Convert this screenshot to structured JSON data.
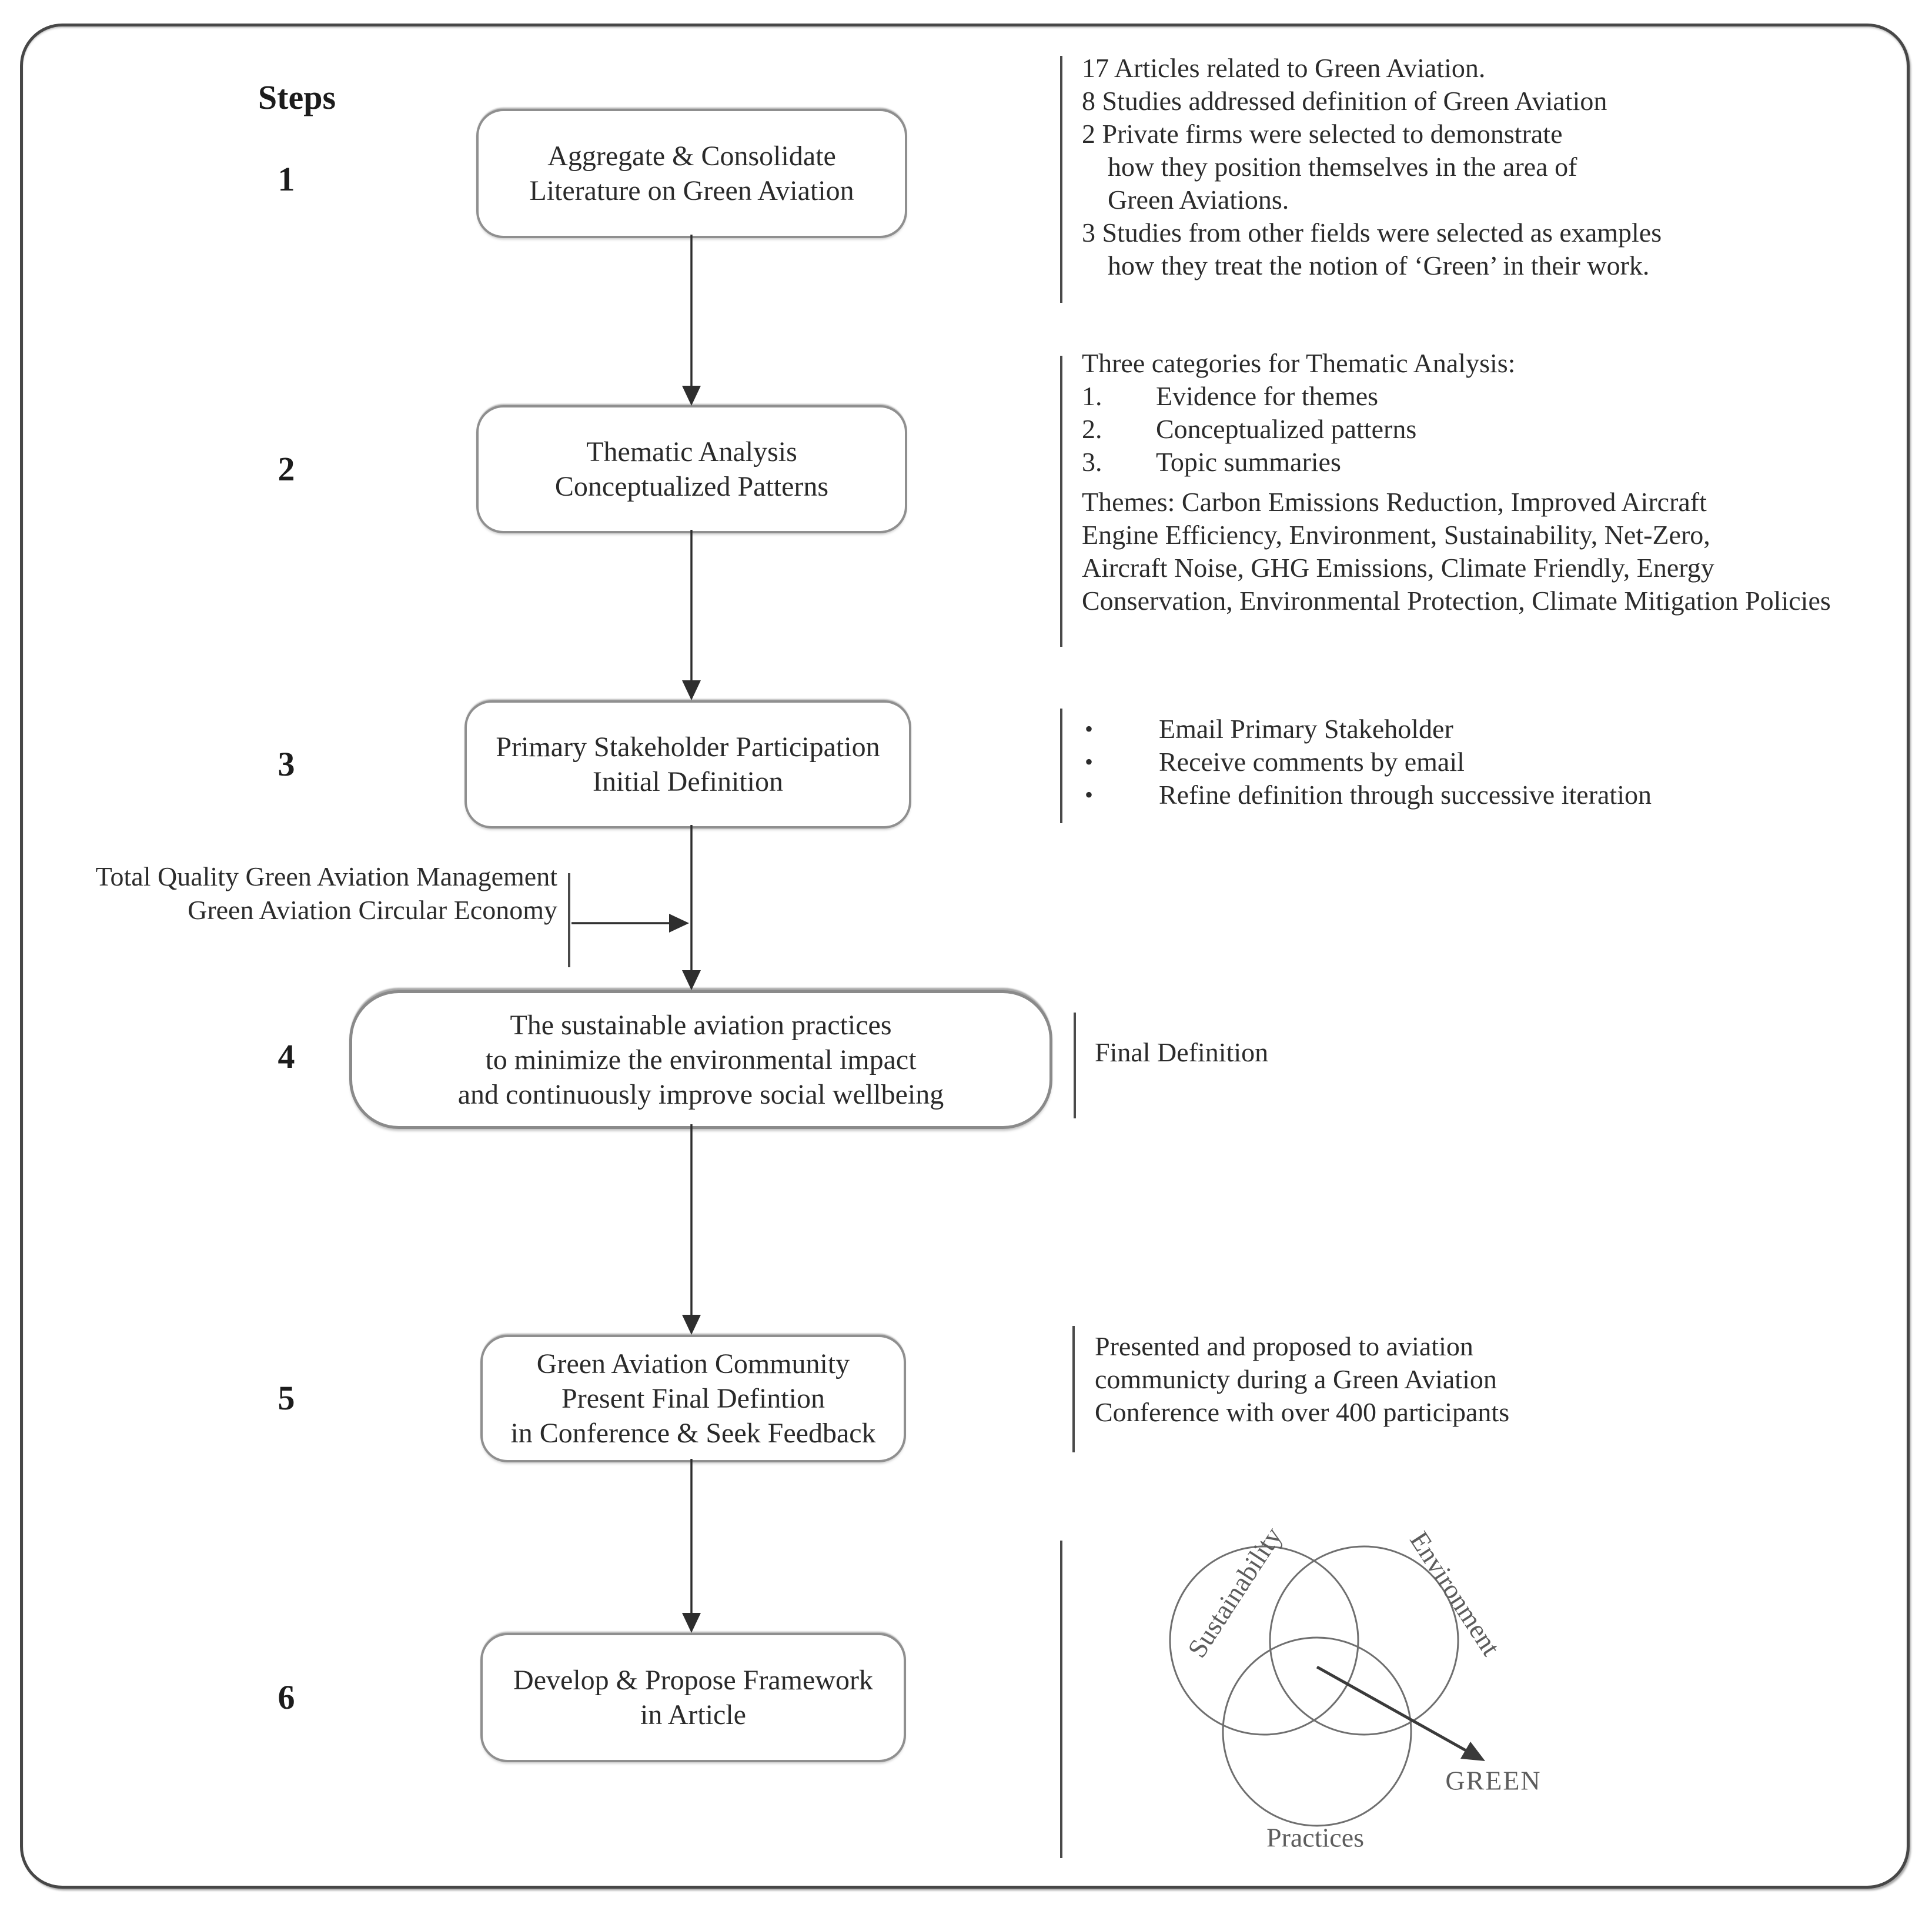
{
  "left_column": {
    "header": "Steps",
    "numbers": [
      "1",
      "2",
      "3",
      "4",
      "5",
      "6"
    ]
  },
  "flow": {
    "box1": "Aggregate & Consolidate\nLiterature on Green Aviation",
    "box2": "Thematic Analysis\nConceptualized Patterns",
    "box3": "Primary Stakeholder Participation\nInitial Definition",
    "box4": "The sustainable aviation practices\nto minimize the environmental impact\nand continuously improve social wellbeing",
    "box5": "Green Aviation Community\nPresent Final Defintion\nin Conference & Seek Feedback",
    "box6": "Develop & Propose Framework\nin Article"
  },
  "side_note": {
    "line1": "Total Quality Green Aviation Management",
    "line2": "Green Aviation Circular Economy"
  },
  "annotations": {
    "block1": {
      "lines": [
        "17 Articles related to Green Aviation.",
        "8 Studies addressed definition of Green Aviation",
        "2 Private firms were selected to demonstrate",
        "how they position themselves in the area of",
        "Green Aviations.",
        "3 Studies from other fields were selected as examples",
        "how they treat the notion of ‘Green’ in their work."
      ]
    },
    "block2": {
      "title": "Three categories for Thematic Analysis:",
      "items": [
        {
          "num": "1.",
          "text": "Evidence for themes"
        },
        {
          "num": "2.",
          "text": "Conceptualized patterns"
        },
        {
          "num": "3.",
          "text": "Topic summaries"
        }
      ],
      "themes": "Themes: Carbon Emissions Reduction, Improved Aircraft\nEngine Efficiency, Environment, Sustainability, Net-Zero,\nAircraft Noise, GHG Emissions, Climate Friendly, Energy\nConservation, Environmental Protection, Climate Mitigation Policies"
    },
    "block3": {
      "bullet": "•",
      "items": [
        "Email Primary Stakeholder",
        "Receive comments by email",
        "Refine definition through successive iteration"
      ]
    },
    "block4": {
      "label": "Final Definition"
    },
    "block5": {
      "lines": [
        "Presented and proposed to aviation",
        "communicty during a Green Aviation",
        "Conference with over 400 participants"
      ]
    }
  },
  "venn": {
    "labels": {
      "circle1": "Sustainability",
      "circle2": "Environment",
      "circle3": "Practices",
      "result": "GREEN"
    }
  },
  "colors": {
    "frame_border": "#474747",
    "box_border": "#8f8f8f",
    "text": "#2b2b2b",
    "venn_stroke": "#6f6f6f",
    "venn_label": "#5d5d5d"
  }
}
